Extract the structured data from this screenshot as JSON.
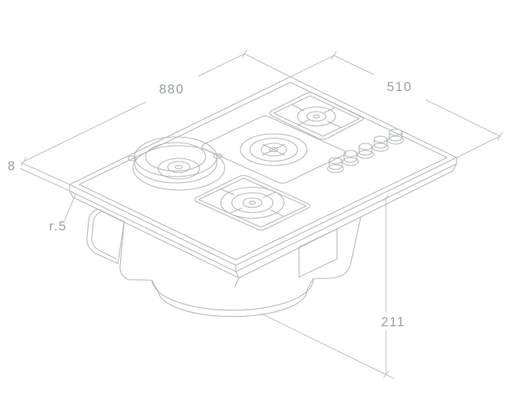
{
  "meta": {
    "description": "Isometric technical line drawing of a gas hob with pan supports, wok ring, central burner tray, five control knobs and an under-worktop blower housing, annotated with overall dimensions",
    "background": "#ffffff",
    "line_color": "#b5b9bc",
    "label_color": "#99a0a5"
  },
  "labels": {
    "width": "880",
    "depth": "510",
    "glass_thickness": "8",
    "corner_radius": "r.5",
    "height": "211"
  }
}
